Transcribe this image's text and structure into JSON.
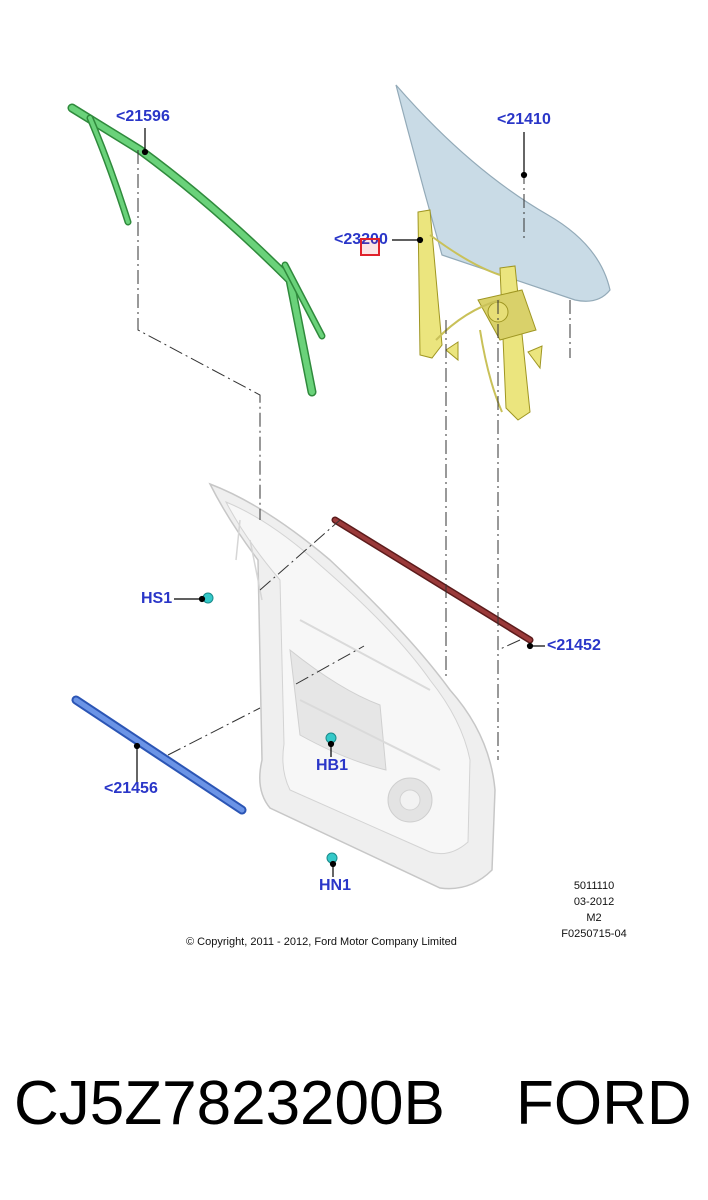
{
  "callouts": {
    "c21596": "<21596",
    "c21410": "<21410",
    "c23200": "<23200",
    "hs1": "HS1",
    "c21452": "<21452",
    "hb1": "HB1",
    "c21456": "<21456",
    "hn1": "HN1"
  },
  "meta": {
    "code": "5011110",
    "date": "03-2012",
    "rev": "M2",
    "figure": "F0250715-04"
  },
  "copyright": "© Copyright, 2011 - 2012, Ford Motor Company Limited",
  "footer": {
    "part_number": "CJ5Z7823200B",
    "brand": "FORD"
  },
  "colors": {
    "label_blue": "#2a36c8",
    "glass": "#c9dbe6",
    "run_channel": "#57c66a",
    "regulator": "#e8e07a",
    "belt_outer": "#8a2e2e",
    "belt_inner": "#4f7fd9",
    "door": "#f1f1f1",
    "fastener": "#34c9c9",
    "highlight": "#e0202a"
  }
}
